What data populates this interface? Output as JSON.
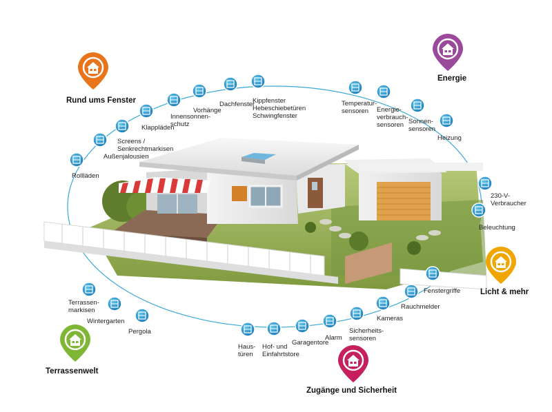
{
  "categories": [
    {
      "id": "fenster",
      "label": "Rund ums Fenster",
      "color": "#e8741c"
    },
    {
      "id": "energie",
      "label": "Energie",
      "color": "#9b4a9b"
    },
    {
      "id": "licht",
      "label": "Licht & mehr",
      "color": "#f0a500"
    },
    {
      "id": "zugaenge",
      "label": "Zugänge und Sicherheit",
      "color": "#c51f5d"
    },
    {
      "id": "terrasse",
      "label": "Terrassenwelt",
      "color": "#7fb636"
    }
  ],
  "nodes": {
    "rolllaeden": "Rollläden",
    "aussenjalousien": "Außenjalousien",
    "screens": "Screens /\nSenkrechtmarkisen",
    "klappladen": "Klappläden",
    "innensonnenschutz": "Innensonnen-\nschutz",
    "vorhaenge": "Vorhänge",
    "dachfenster": "Dachfenster",
    "kippfenster": "Kippfenster\nHebeschiebetüren\nSchwingfenster",
    "temperatursensoren": "Temperatur-\nsensoren",
    "energieverbrauchsensoren": "Energie-\nverbrauch-\nsensoren",
    "sonnensensoren": "Sonnen-\nsensoren",
    "heizung": "Heizung",
    "verbraucher": "230-V-\nVerbraucher",
    "beleuchtung": "Beleuchtung",
    "fenstergriffe": "Fenstergriffe",
    "rauchmelder": "Rauchmelder",
    "kameras": "Kameras",
    "sicherheitssensoren": "Sicherheits-\nsensoren",
    "alarm": "Alarm",
    "garagentore": "Garagentore",
    "hoftore": "Hof- und\nEinfahrtstore",
    "haustueren": "Haus-\ntüren",
    "pergola": "Pergola",
    "wintergarten": "Wintergarten",
    "terrassenmarkisen": "Terrassen-\nmarkisen"
  },
  "icons": [
    "home-icon",
    "blind-icon",
    "shutter-icon",
    "screen-icon",
    "window-icon",
    "curtain-icon",
    "roof-window-icon",
    "thermometer-icon",
    "meter-icon",
    "sun-icon",
    "radiator-icon",
    "plug-icon",
    "bulb-icon",
    "handle-icon",
    "smoke-icon",
    "camera-icon",
    "sensor-icon",
    "speaker-icon",
    "garage-icon",
    "gate-icon",
    "lock-icon",
    "pergola-icon",
    "conservatory-icon",
    "awning-icon"
  ]
}
